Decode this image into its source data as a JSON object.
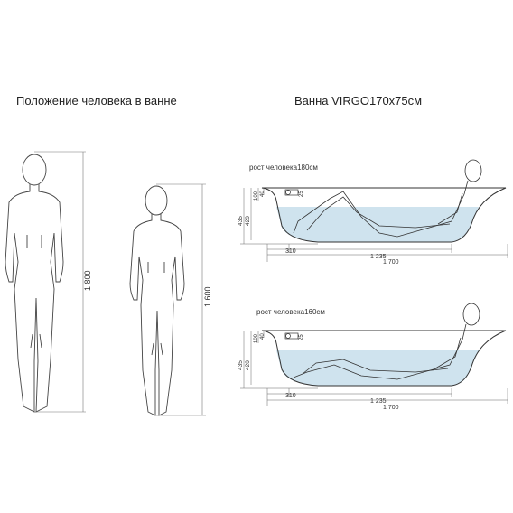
{
  "titles": {
    "left": "Положение человека в ванне",
    "right": "Ванна  VIRGO170x75см"
  },
  "figures": {
    "tall_height_label": "1 800",
    "short_height_label": "1 600"
  },
  "tubs": [
    {
      "caption": "рост человека180см",
      "dims": {
        "overall_height": "435",
        "water_depth": "420",
        "top_rim": "100",
        "overflow": "40",
        "overflow_dia": "25",
        "left_offset": "310",
        "inner_length": "1 235",
        "overall_length": "1 700"
      }
    },
    {
      "caption": "рост человека160см",
      "dims": {
        "overall_height": "435",
        "water_depth": "420",
        "top_rim": "100",
        "overflow": "40",
        "overflow_dia": "25",
        "left_offset": "310",
        "inner_length": "1 235",
        "overall_length": "1 700"
      }
    }
  ],
  "colors": {
    "water": "#cfe3ee",
    "line": "#333333",
    "dim_line": "#666666"
  }
}
